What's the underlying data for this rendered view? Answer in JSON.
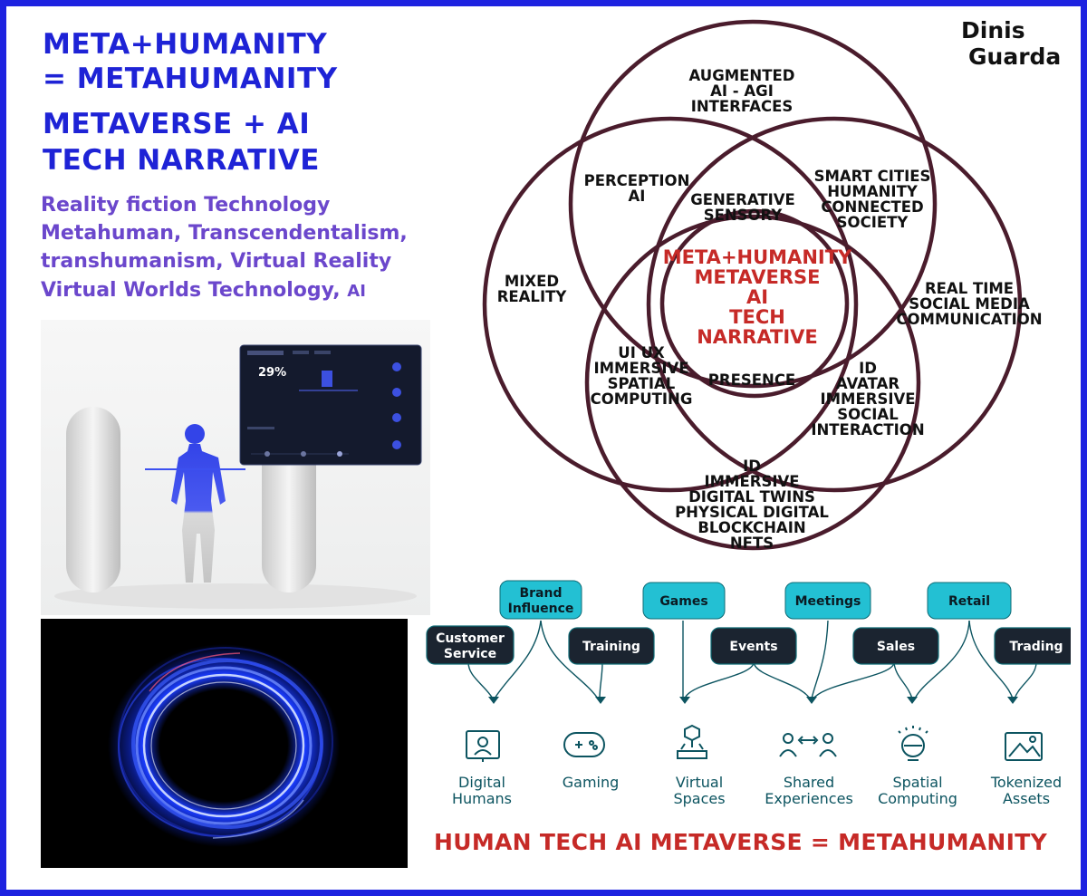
{
  "header": {
    "line1": "META+HUMANITY",
    "line2": "= METAHUMANITY",
    "line3": "METAVERSE + AI",
    "line4": "TECH NARRATIVE"
  },
  "subtitle": {
    "line1": "Reality fiction Technology",
    "line2": "Metahuman, Transcendentalism,",
    "line3": "transhumanism, Virtual Reality",
    "line4": "Virtual Worlds Technology,",
    "line4_suffix": "AI"
  },
  "logo": {
    "word1": "Dinis",
    "word2": "Guarda"
  },
  "dashboard": {
    "percent": "29%"
  },
  "venn": {
    "top": [
      "AUGMENTED",
      "AI - AGI",
      "INTERFACES"
    ],
    "perception": [
      "PERCEPTION",
      "AI"
    ],
    "generative": [
      "GENERATIVE",
      "SENSORY"
    ],
    "smart_cities": [
      "SMART CITIES",
      "HUMANITY",
      "CONNECTED",
      "SOCIETY"
    ],
    "mixed_reality": [
      "MIXED",
      "REALITY"
    ],
    "real_time": [
      "REAL TIME",
      "SOCIAL MEDIA",
      "COMMUNICATION"
    ],
    "center": [
      "META+HUMANITY",
      "METAVERSE",
      "AI",
      "TECH",
      "NARRATIVE"
    ],
    "ui_ux": [
      "UI UX",
      "IMMERSIVE",
      "SPATIAL",
      "COMPUTING"
    ],
    "presence": [
      "PRESENCE"
    ],
    "id_avatar": [
      "ID",
      "AVATAR",
      "IMMERSIVE",
      "SOCIAL",
      "INTERACTION"
    ],
    "bottom": [
      "ID",
      "IMMERSIVE",
      "DIGITAL TWINS",
      "PHYSICAL DIGITAL",
      "BLOCKCHAIN",
      "NFTS"
    ]
  },
  "flow": {
    "pills": {
      "brand_influence": [
        "Brand",
        "Influence"
      ],
      "games": "Games",
      "meetings": "Meetings",
      "retail": "Retail",
      "customer_service": [
        "Customer",
        "Service"
      ],
      "training": "Training",
      "events": "Events",
      "sales": "Sales",
      "trading": "Trading"
    },
    "categories": [
      {
        "label": [
          "Digital",
          "Humans"
        ],
        "icon": "digital-humans"
      },
      {
        "label": [
          "Gaming"
        ],
        "icon": "gamepad"
      },
      {
        "label": [
          "Virtual",
          "Spaces"
        ],
        "icon": "virtual-spaces"
      },
      {
        "label": [
          "Shared",
          "Experiences"
        ],
        "icon": "shared-experiences"
      },
      {
        "label": [
          "Spatial",
          "Computing"
        ],
        "icon": "spatial-computing"
      },
      {
        "label": [
          "Tokenized",
          "Assets"
        ],
        "icon": "image-frame"
      }
    ]
  },
  "footer": {
    "title": "HUMAN TECH AI METAVERSE = METAHUMANITY"
  },
  "colors": {
    "border": "#1d22e0",
    "heading_blue": "#1e23d6",
    "subtitle_purple": "#6b47cc",
    "venn_stroke": "#4a1c2c",
    "venn_center": "#c62a27",
    "pill_light": "#23c0d3",
    "pill_dark": "#1b2430",
    "icon_teal": "#0c5460"
  }
}
